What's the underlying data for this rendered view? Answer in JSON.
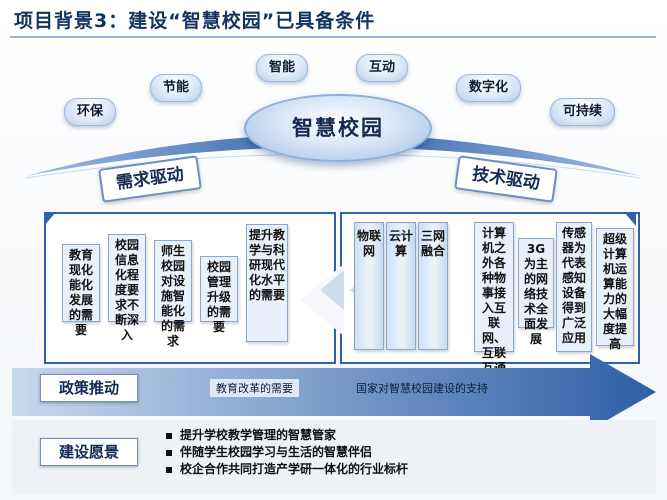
{
  "title": "项目背景3：建设“智慧校园”已具备条件",
  "hub": "智慧校园",
  "attributes": [
    "环保",
    "节能",
    "智能",
    "互动",
    "数字化",
    "可持续"
  ],
  "drivers": {
    "demand": "需求驱动",
    "tech": "技术驱动"
  },
  "demand_items": [
    "教育现化能化发展的需要",
    "校园信息化程度要求不断深入",
    "师生校园对设施智能化的需求",
    "校园管理升级的需要",
    "提升教学与科研现代化水平的需要"
  ],
  "tech_tall": [
    "物联网",
    "云计算",
    "三网融合"
  ],
  "tech_items": [
    "计算机之外各种物事接入互联网、互联互通",
    "3G为主的网络技术全面发展",
    "传感器为代表感知设备得到广泛应用",
    "超级计算机运算能力的大幅度提高"
  ],
  "policy": {
    "label": "政策推动",
    "left": "教育改革的需要",
    "right": "国家对智慧校园建设的支持"
  },
  "vision": {
    "label": "建设愿景",
    "items": [
      "提升学校教学管理的智慧管家",
      "伴随学生校园学习与生活的智慧伴侣",
      "校企合作共同打造产学研一体化的行业标杆"
    ]
  }
}
